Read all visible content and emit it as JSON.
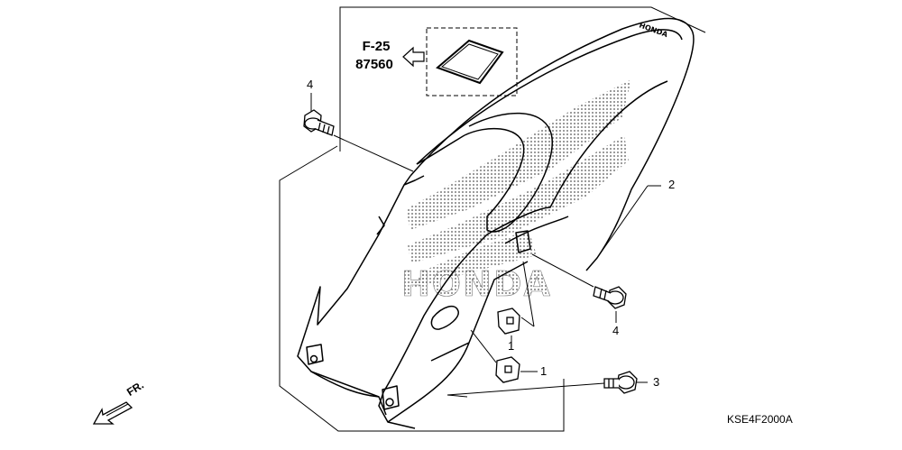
{
  "callouts": [
    {
      "id": "bolt-top-left",
      "label": "4"
    },
    {
      "id": "fender",
      "label": "2"
    },
    {
      "id": "bolt-right",
      "label": "4"
    },
    {
      "id": "clip-upper",
      "label": "1"
    },
    {
      "id": "clip-lower",
      "label": "1"
    },
    {
      "id": "bolt-bottom",
      "label": "3"
    }
  ],
  "reference": {
    "section": "F-25",
    "part": "87560"
  },
  "direction": {
    "label": "FR."
  },
  "diagram_code": "KSE4F2000A",
  "brand_watermark": "HONDA",
  "fender_decal_text": "HONDA"
}
